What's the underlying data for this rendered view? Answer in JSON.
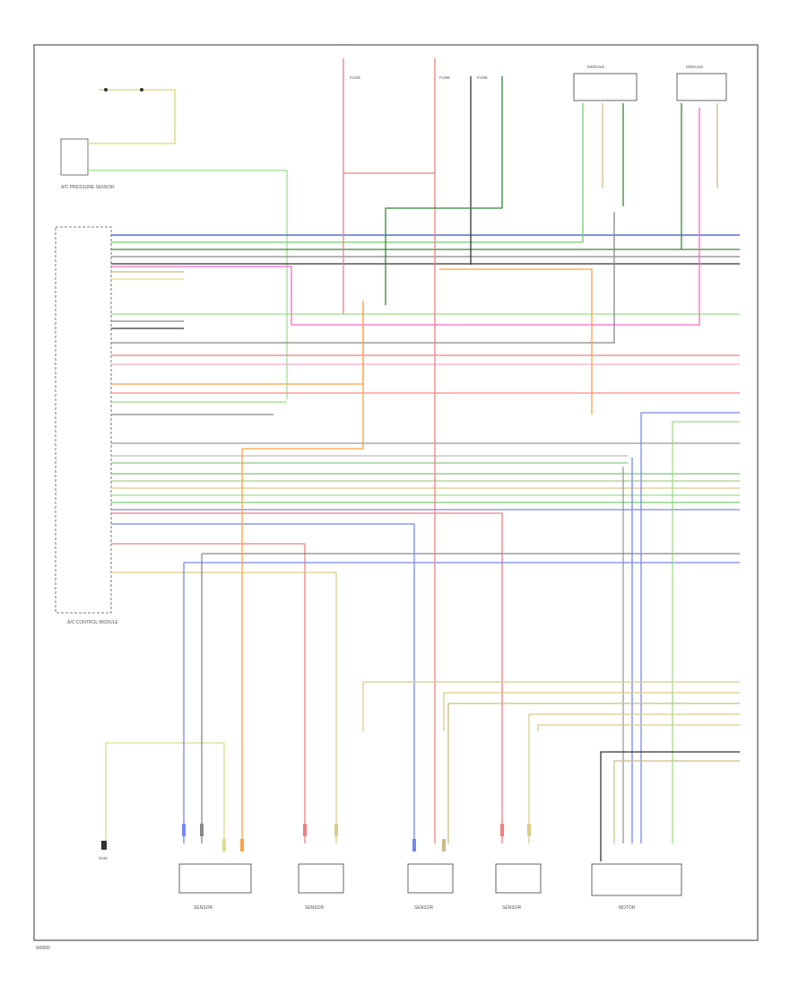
{
  "colors": {
    "frame": "#555555",
    "red": "#f08080",
    "pink": "#ff66cc",
    "green": "#77cc77",
    "light_green": "#99dd88",
    "dark_green": "#338833",
    "blue": "#3355cc",
    "light_blue": "#7788ee",
    "violet": "#9966cc",
    "orange": "#ffa040",
    "yellow": "#dddd88",
    "tan": "#ccbb88",
    "gray": "#888888",
    "black": "#333333",
    "brown": "#aa7744"
  },
  "page": {
    "footer_code": "W0000"
  },
  "labels": {
    "control_module": "A/C CONTROL MODULE",
    "pressure_sensor": "A/C PRESSURE SENSOR",
    "sensor_1": "SENSOR",
    "sensor_2": "SENSOR",
    "sensor_3": "SENSOR",
    "sensor_4": "SENSOR",
    "motor_5": "MOTOR",
    "fuse_1": "FUSE",
    "fuse_2": "FUSE",
    "fuse_3": "FUSE",
    "top_module_1": "MODULE",
    "top_module_2": "MODULE",
    "ground": "GND"
  }
}
